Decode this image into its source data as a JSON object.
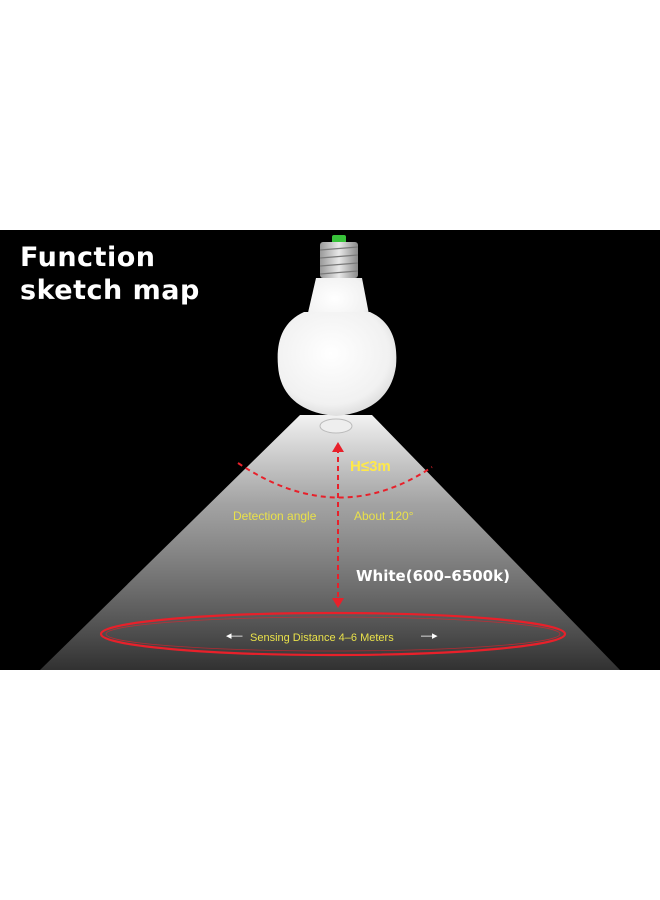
{
  "diagram": {
    "title_line1": "Function",
    "title_line2": "sketch map",
    "height_label": "H≤3m",
    "detection_angle_label": "Detection angle",
    "detection_angle_value": "About 120°",
    "color_temperature": "White(600–6500k)",
    "sensing_distance": "Sensing Distance 4–6 Meters",
    "arrow_left": "◂—",
    "arrow_right": "—▸",
    "colors": {
      "background": "#000000",
      "annotation_red": "#e8202a",
      "label_yellow": "#e9e14a",
      "text_white": "#ffffff"
    },
    "icons": [
      "led-bulb-icon",
      "motion-sensor-icon"
    ]
  }
}
